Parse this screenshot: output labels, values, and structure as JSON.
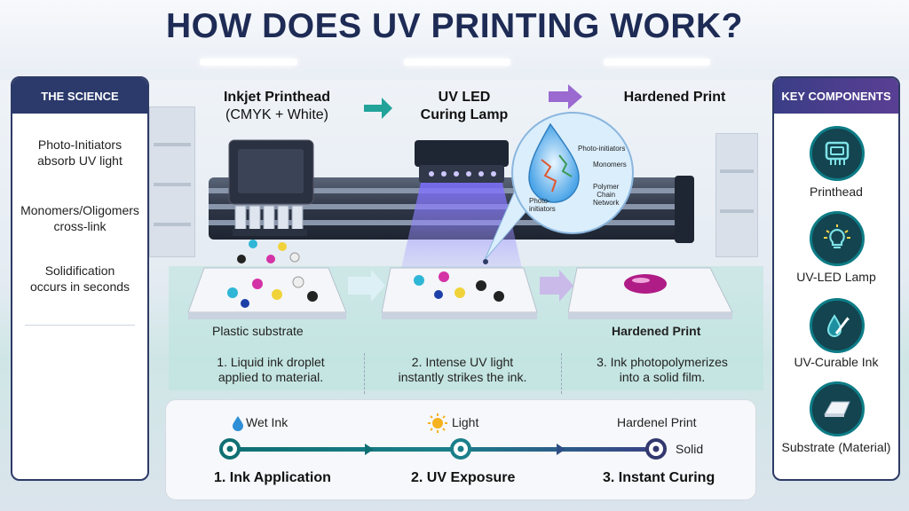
{
  "title": "HOW DOES UV PRINTING WORK?",
  "left_panel": {
    "header": "THE SCIENCE",
    "items": [
      "Photo-Initiators absorb UV light",
      "Monomers/Oligomers cross-link",
      "Solidification occurs in seconds"
    ]
  },
  "right_panel": {
    "header": "KEY COMPONENTS",
    "items": [
      {
        "label": "Printhead",
        "icon": "printhead-icon"
      },
      {
        "label": "UV-LED Lamp",
        "icon": "bulb-icon"
      },
      {
        "label": "UV-Curable Ink",
        "icon": "ink-brush-icon"
      },
      {
        "label": "Substrate (Material)",
        "icon": "substrate-icon"
      }
    ]
  },
  "stages": {
    "printhead_line1": "Inkjet Printhead",
    "printhead_line2": "(CMYK + White)",
    "lamp_line1": "UV LED",
    "lamp_line2": "Curing Lamp",
    "hardened": "Hardened Print"
  },
  "bubble": {
    "photo_initiators_top": "Photo-initiators",
    "monomers": "Monomers",
    "polymer_line1": "Polymer",
    "polymer_line2": "Chain",
    "polymer_line3": "Network",
    "photo_initiators_bottom_1": "Photo-",
    "photo_initiators_bottom_2": "initiators"
  },
  "substrate_labels": {
    "left": "Plastic substrate",
    "right": "Hardened Print"
  },
  "steps": [
    {
      "line1": "1. Liquid ink droplet",
      "line2": "applied to material."
    },
    {
      "line1": "2. Intense UV light",
      "line2": "instantly strikes the ink."
    },
    {
      "line1": "3. Ink photopolymerizes",
      "line2": "into a solid film."
    }
  ],
  "timeline": {
    "wet": "Wet Ink",
    "light": "Light",
    "hardened": "Hardenel Print",
    "solid": "Solid",
    "step1": "1. Ink Application",
    "step2": "2. UV Exposure",
    "step3": "3. Instant Curing"
  },
  "colors": {
    "navy": "#1d2b55",
    "teal": "#1a8f8f",
    "purple": "#6b4fa3",
    "uv_glow": "#6a5cff"
  }
}
